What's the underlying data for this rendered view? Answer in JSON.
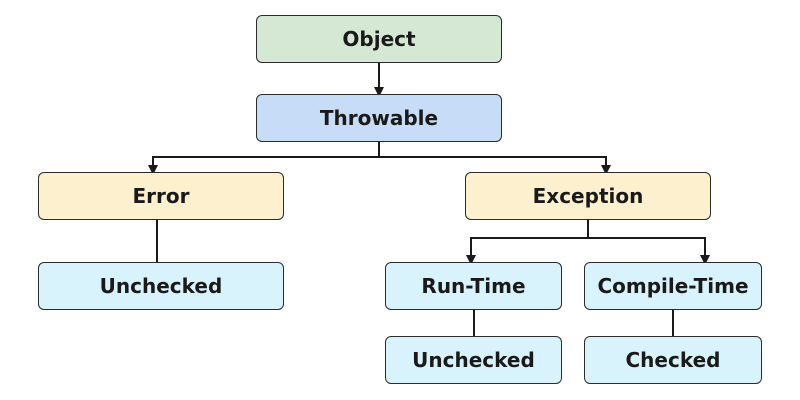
{
  "nodes": {
    "object": "Object",
    "throwable": "Throwable",
    "error": "Error",
    "exception": "Exception",
    "error_unchecked": "Unchecked",
    "runtime": "Run-Time",
    "compile_time": "Compile-Time",
    "runtime_unchecked": "Unchecked",
    "compile_checked": "Checked"
  },
  "colors": {
    "root": "#d5e8d4",
    "throwable": "#c6dcf7",
    "category": "#fdf0cf",
    "leaf": "#d8f3fc",
    "border": "#2b2b2b",
    "connector": "#1a1a1a"
  }
}
